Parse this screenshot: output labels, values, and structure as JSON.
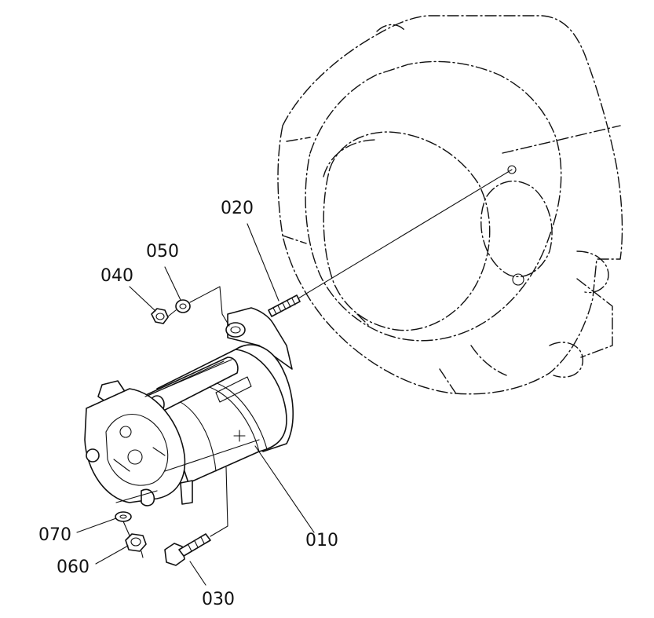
{
  "callouts": [
    {
      "id": "c020",
      "label": "020"
    },
    {
      "id": "c050",
      "label": "050"
    },
    {
      "id": "c040",
      "label": "040"
    },
    {
      "id": "c070",
      "label": "070"
    },
    {
      "id": "c060",
      "label": "060"
    },
    {
      "id": "c010",
      "label": "010"
    },
    {
      "id": "c030",
      "label": "030"
    }
  ]
}
